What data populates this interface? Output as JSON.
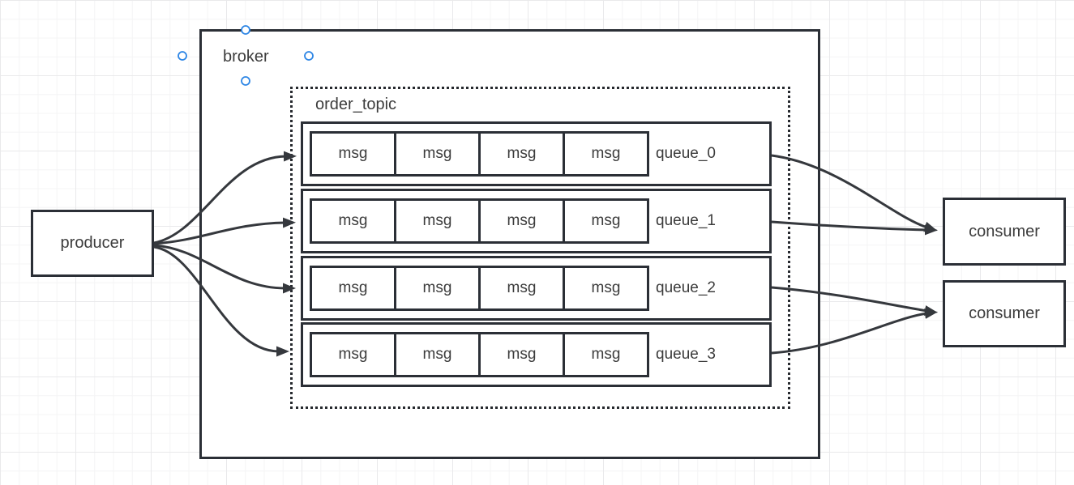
{
  "nodes": {
    "producer": {
      "label": "producer"
    },
    "broker": {
      "label": "broker"
    },
    "topic": {
      "label": "order_topic"
    },
    "queues": [
      {
        "label": "queue_0",
        "messages": [
          "msg",
          "msg",
          "msg",
          "msg"
        ]
      },
      {
        "label": "queue_1",
        "messages": [
          "msg",
          "msg",
          "msg",
          "msg"
        ]
      },
      {
        "label": "queue_2",
        "messages": [
          "msg",
          "msg",
          "msg",
          "msg"
        ]
      },
      {
        "label": "queue_3",
        "messages": [
          "msg",
          "msg",
          "msg",
          "msg"
        ]
      }
    ],
    "consumers": [
      {
        "label": "consumer"
      },
      {
        "label": "consumer"
      }
    ]
  },
  "colors": {
    "shape-border": "#2b2f36",
    "arrow": "#35383d",
    "text": "#3c3c3c",
    "handle": "#2e86e5",
    "grid-minor": "#f4f4f5",
    "grid-major": "#e9e9eb",
    "bg": "#ffffff"
  }
}
